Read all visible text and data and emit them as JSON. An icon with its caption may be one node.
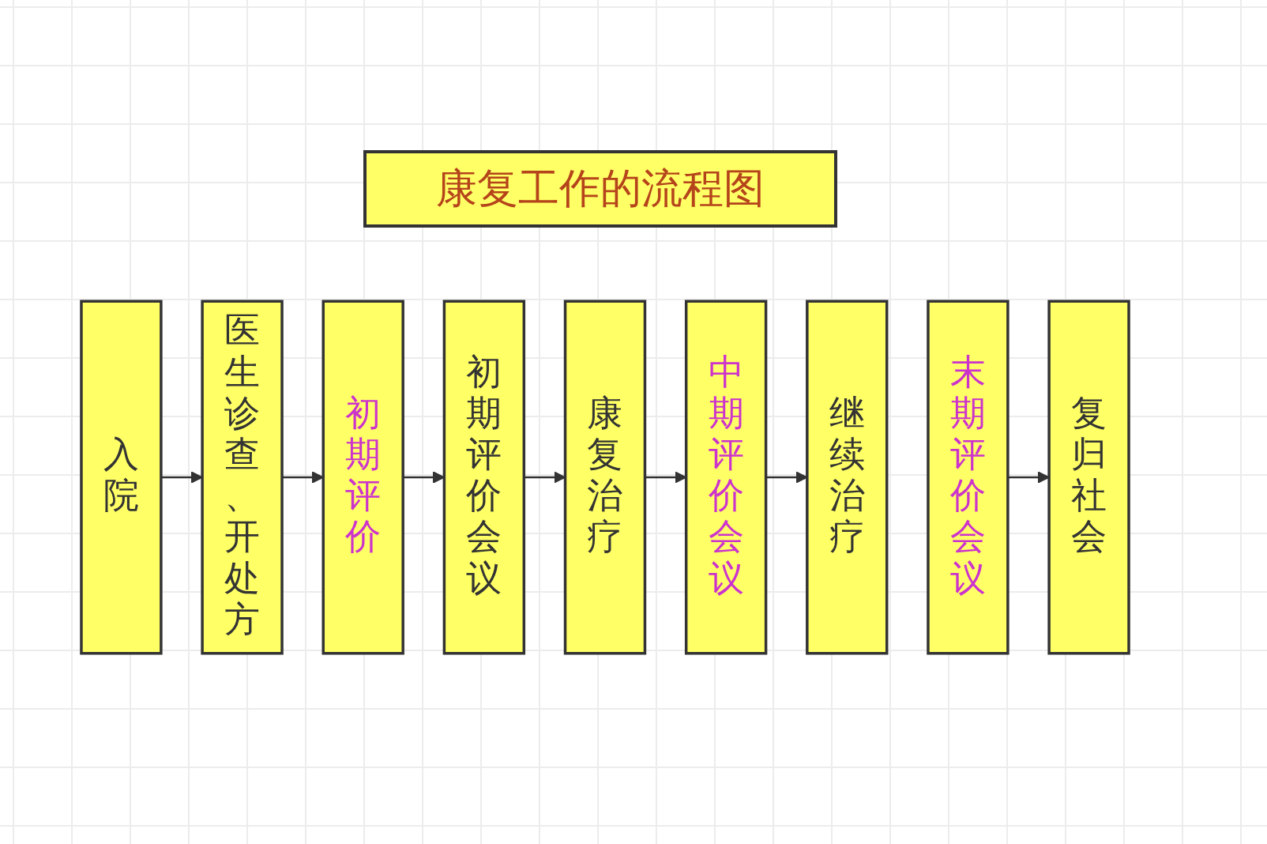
{
  "diagram": {
    "title": "康复工作的流程图",
    "nodes": [
      {
        "text": [
          "入院"
        ]
      },
      {
        "text": [
          "医生诊查、开处方"
        ]
      },
      {
        "text": [
          "初期评价"
        ]
      },
      {
        "text": [
          "初期评价会议"
        ]
      },
      {
        "text": [
          "康复治疗"
        ]
      },
      {
        "text": [
          "中期评价会议"
        ]
      },
      {
        "text": [
          "继续治疗"
        ]
      },
      {
        "text": [
          "末期评价会议"
        ]
      },
      {
        "text": [
          "复归社会"
        ]
      }
    ],
    "edges": [
      {
        "from": 0,
        "to": 1,
        "arrow": "to"
      },
      {
        "from": 1,
        "to": 2,
        "arrow": "to"
      },
      {
        "from": 2,
        "to": 3,
        "arrow": "to"
      },
      {
        "from": 3,
        "to": 4,
        "arrow": "to"
      },
      {
        "from": 4,
        "to": 5,
        "arrow": "to"
      },
      {
        "from": 5,
        "to": 6,
        "arrow": "to"
      },
      {
        "from": 7,
        "to": 8,
        "arrow": "to"
      }
    ]
  }
}
